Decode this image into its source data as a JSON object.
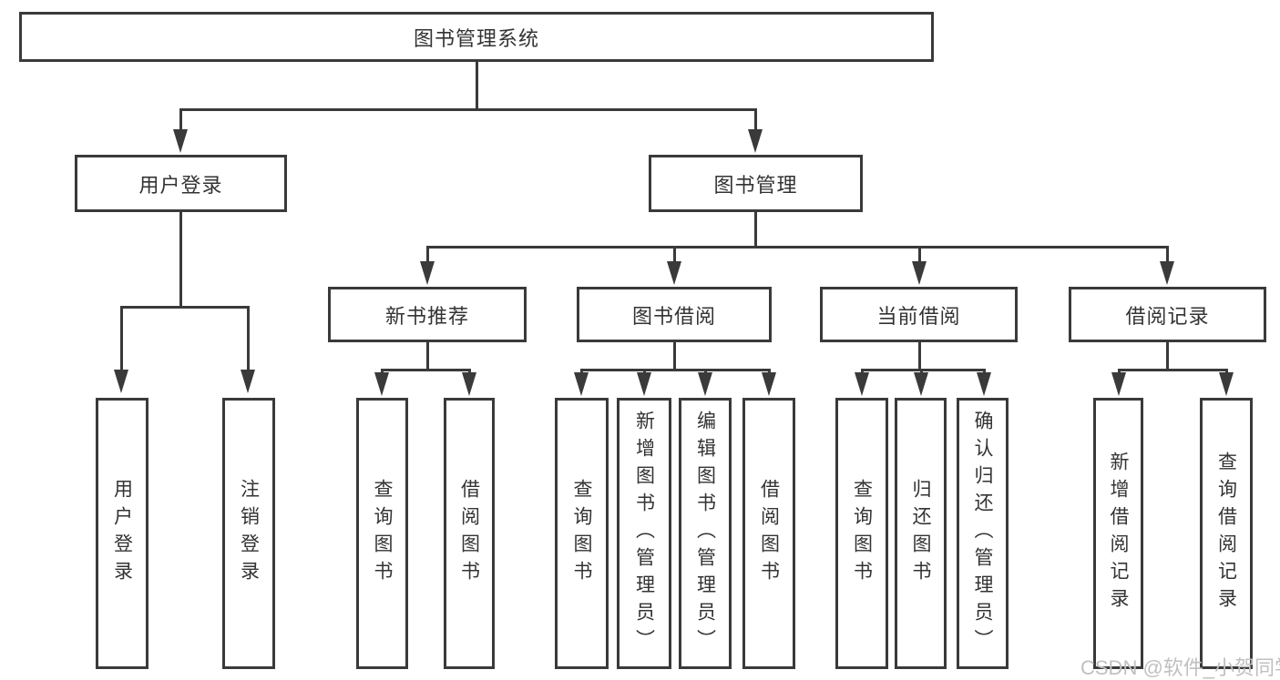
{
  "colors": {
    "line": "#3a3a3a",
    "text": "#333333",
    "watermark": "#c0c0c0",
    "background": "#ffffff"
  },
  "watermark": {
    "text": "CSDN @软件_小贺同学"
  },
  "diagram": {
    "root": {
      "label": "图书管理系统"
    },
    "branches": [
      {
        "label": "用户登录",
        "children": [
          {
            "label": "用户登录"
          },
          {
            "label": "注销登录"
          }
        ]
      },
      {
        "label": "图书管理",
        "groups": [
          {
            "label": "新书推荐",
            "children": [
              {
                "label": "查询图书"
              },
              {
                "label": "借阅图书"
              }
            ]
          },
          {
            "label": "图书借阅",
            "children": [
              {
                "label": "查询图书"
              },
              {
                "label": "新增图书（管理员）"
              },
              {
                "label": "编辑图书（管理员）"
              },
              {
                "label": "借阅图书"
              }
            ]
          },
          {
            "label": "当前借阅",
            "children": [
              {
                "label": "查询图书"
              },
              {
                "label": "归还图书"
              },
              {
                "label": "确认归还（管理员）"
              }
            ]
          },
          {
            "label": "借阅记录",
            "children": [
              {
                "label": "新增借阅记录"
              },
              {
                "label": "查询借阅记录"
              }
            ]
          }
        ]
      }
    ]
  }
}
